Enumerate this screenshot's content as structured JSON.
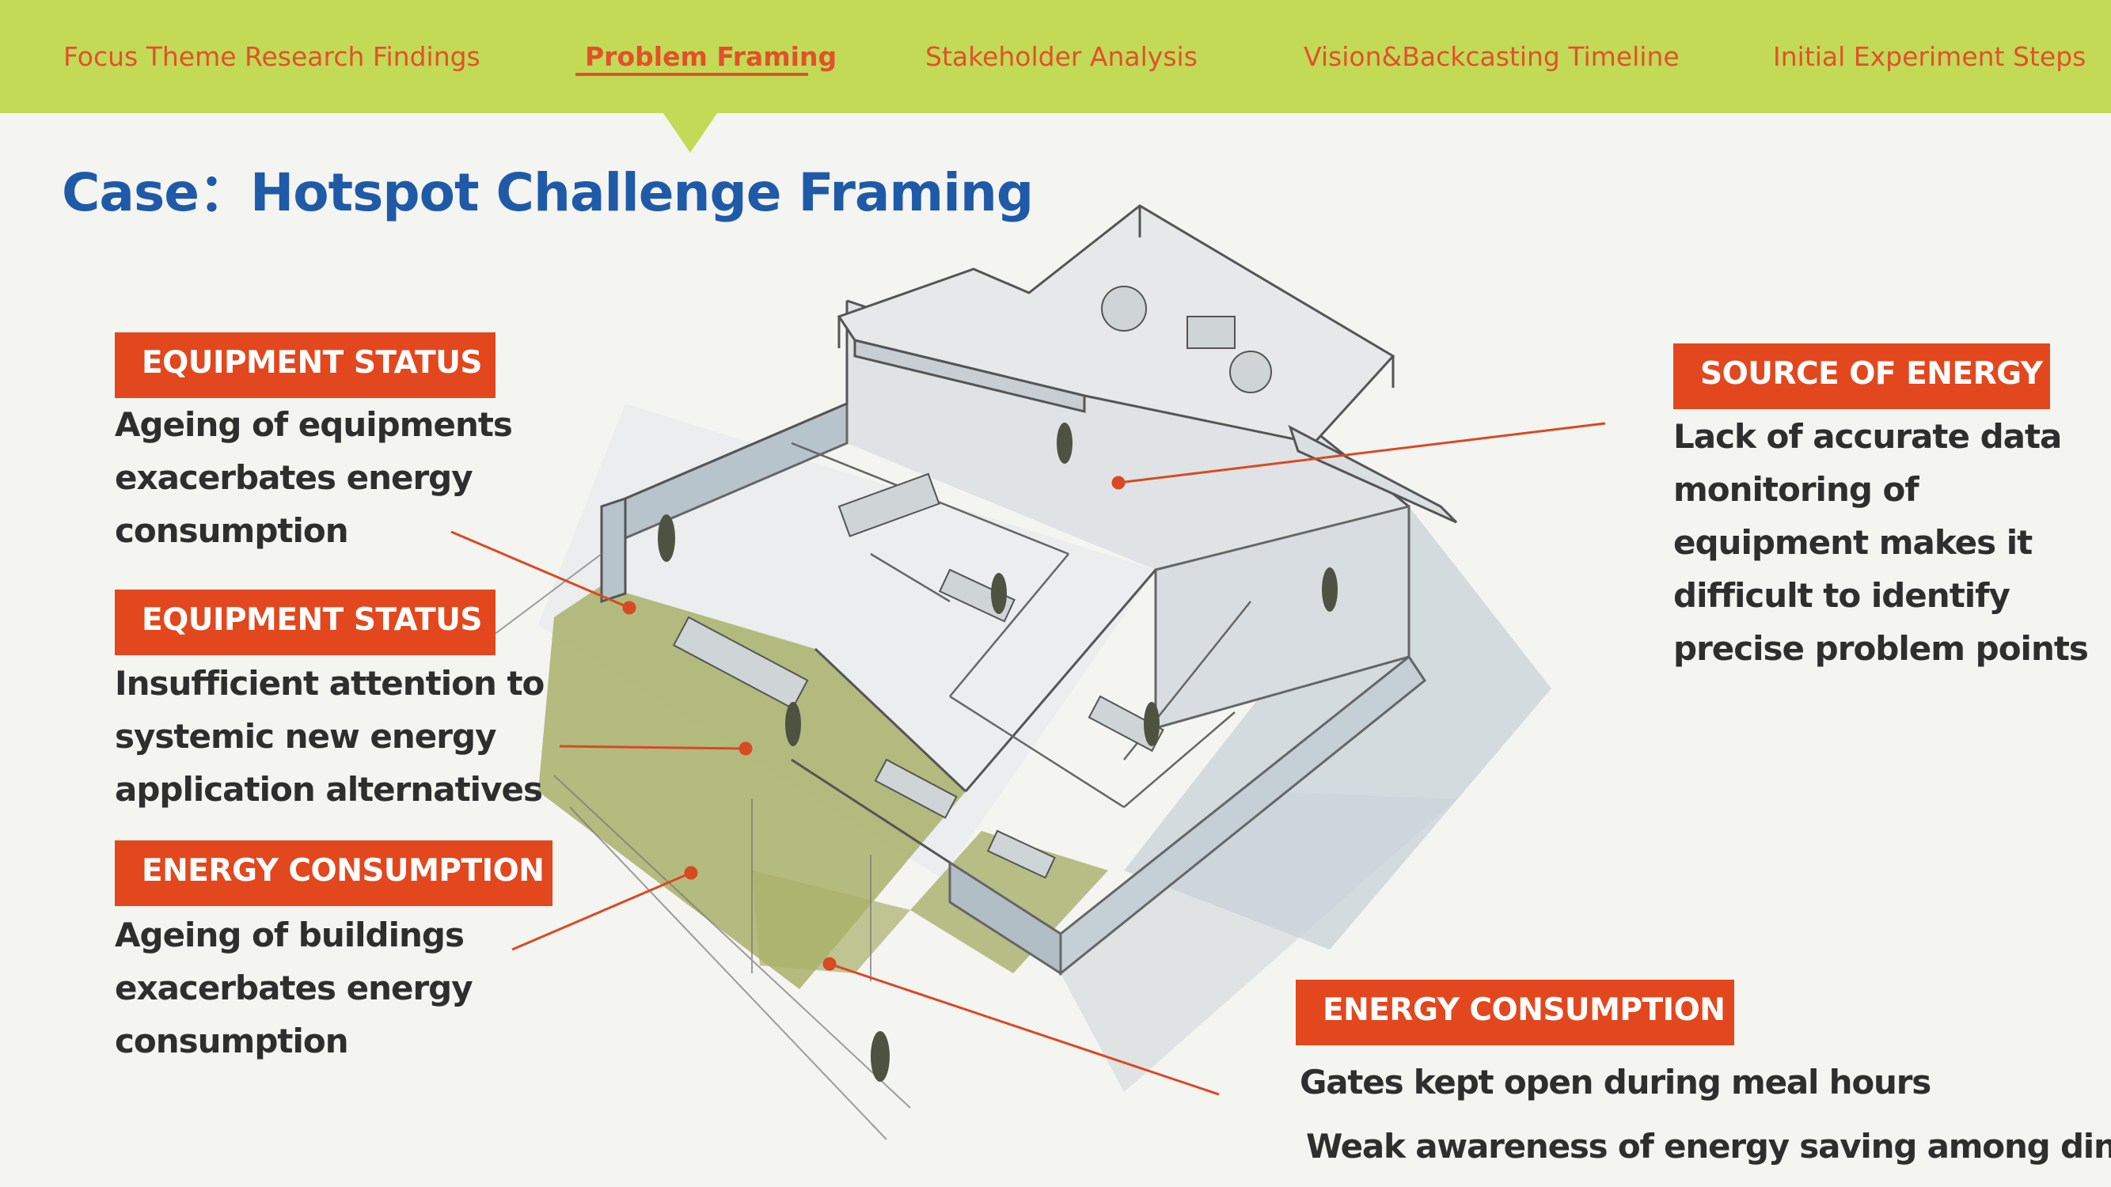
{
  "nav": {
    "items": [
      {
        "label": "Focus Theme Research Findings"
      },
      {
        "label": "Problem Framing"
      },
      {
        "label": "Stakeholder Analysis"
      },
      {
        "label": "Vision&Backcasting Timeline"
      },
      {
        "label": "Initial Experiment Steps"
      }
    ],
    "active_index": 1
  },
  "title": "Case：Hotspot Challenge Framing",
  "callouts": [
    {
      "tag": "EQUIPMENT STATUS",
      "text": "Ageing of equipments\nexacerbates energy\nconsumption"
    },
    {
      "tag": "EQUIPMENT STATUS",
      "text": "Insufficient attention to\nsystemic new energy\napplication alternatives"
    },
    {
      "tag": "ENERGY CONSUMPTION",
      "text": "Ageing of buildings\nexacerbates energy\nconsumption"
    },
    {
      "tag": "SOURCE OF ENERGY",
      "text": "Lack of accurate data\nmonitoring of\nequipment makes it\ndifficult to identify\nprecise  problem points"
    },
    {
      "tag": "ENERGY CONSUMPTION",
      "lines": [
        "Gates kept open during meal hours",
        "Weak awareness of energy saving among diners"
      ]
    }
  ],
  "colors": {
    "nav_bg": "#c3da56",
    "accent": "#e2471e",
    "title": "#1f5aa8",
    "text": "#2e2e2e",
    "floor_green": "#a8b06a"
  }
}
